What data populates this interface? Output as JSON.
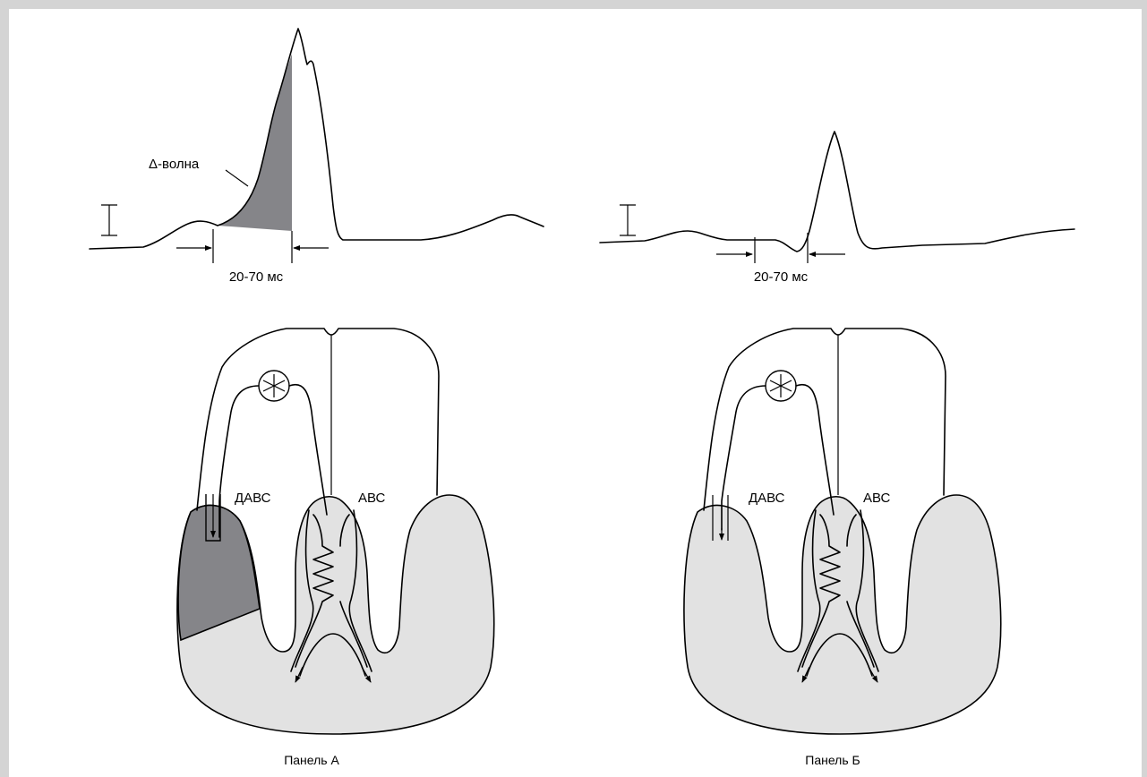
{
  "colors": {
    "frame": "#d4d4d4",
    "tissue": "#e2e2e2",
    "preexcited_region": "#858589",
    "stroke": "#000000",
    "background": "#ffffff"
  },
  "panel_a": {
    "caption": "Панель A",
    "delta_wave_label": "Δ-волна",
    "interval_label": "20-70 мс",
    "accessory_pathway_label": "ДАВС",
    "av_node_label": "АВС"
  },
  "panel_b": {
    "caption": "Панель Б",
    "interval_label": "20-70 мс",
    "accessory_pathway_label": "ДАВС",
    "av_node_label": "АВС"
  }
}
